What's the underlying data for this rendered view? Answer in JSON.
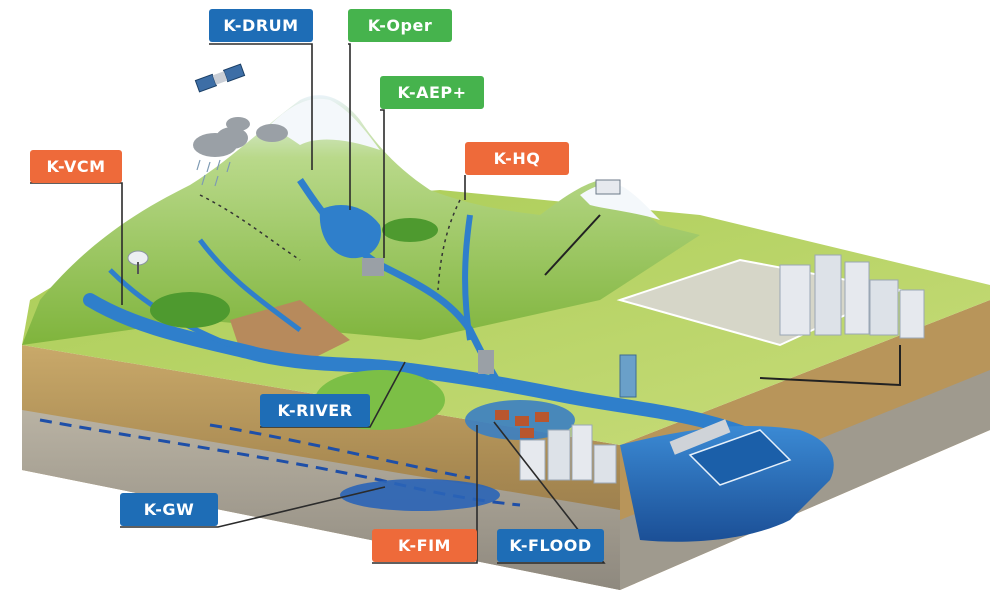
{
  "labels": {
    "k_drum": "K-DRUM",
    "k_oper": "K-Oper",
    "k_aep": "K-AEP+",
    "k_hq": "K-HQ",
    "k_vcm": "K-VCM",
    "k_river": "K-RIVER",
    "k_gw": "K-GW",
    "k_fim": "K-FIM",
    "k_flood": "K-FLOOD"
  },
  "colors": {
    "blue_tag": "#1e6db6",
    "green_tag": "#46b34d",
    "orange_tag": "#ee6a3a",
    "water": "#2f7fcb",
    "grass": "#9cc34a",
    "soil": "#a98a52"
  },
  "icons": [
    "satellite-icon",
    "cloud-icon",
    "rain-icon",
    "antenna-icon",
    "dam-icon",
    "tower-icon",
    "building-icon",
    "house-icon",
    "tree-icon",
    "solar-panel-icon"
  ]
}
